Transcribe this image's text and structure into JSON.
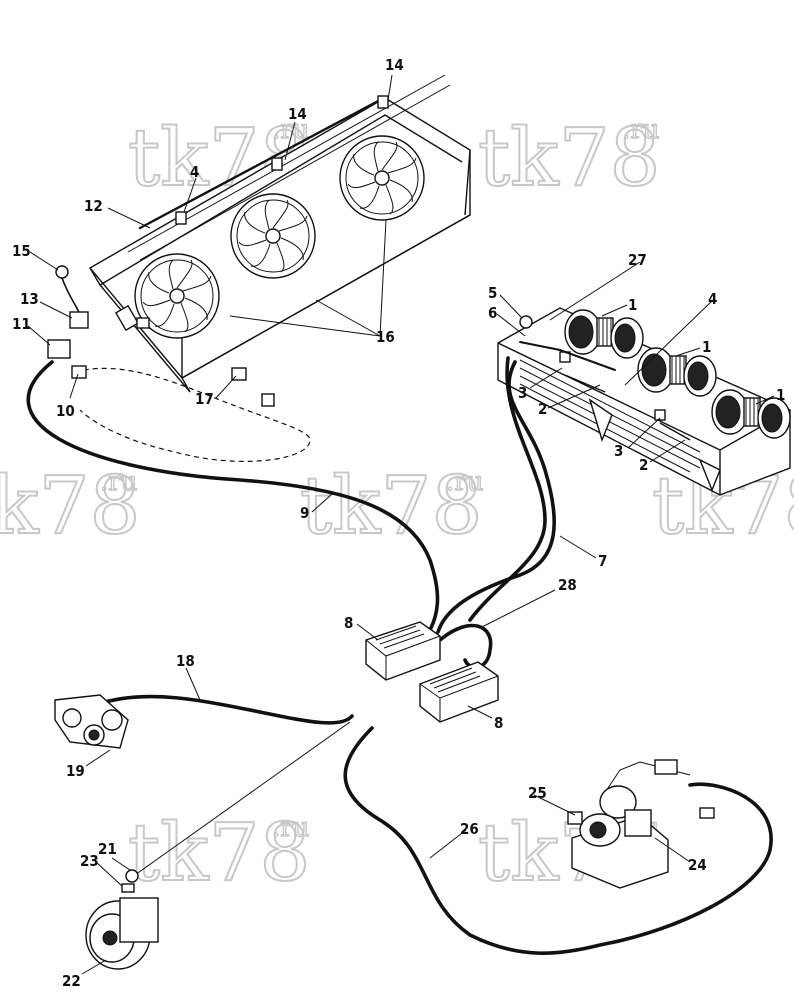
{
  "watermark": {
    "text": "tk78",
    "suffix": ".ru"
  },
  "callouts": {
    "c1": "1",
    "c2": "2",
    "c3": "3",
    "c4": "4",
    "c5": "5",
    "c6": "6",
    "c7": "7",
    "c8": "8",
    "c9": "9",
    "c10": "10",
    "c11": "11",
    "c12": "12",
    "c13": "13",
    "c14": "14",
    "c15": "15",
    "c16": "16",
    "c17": "17",
    "c18": "18",
    "c19": "19",
    "c21": "21",
    "c22": "22",
    "c23": "23",
    "c24": "24",
    "c25": "25",
    "c26": "26",
    "c27": "27",
    "c28": "28"
  }
}
